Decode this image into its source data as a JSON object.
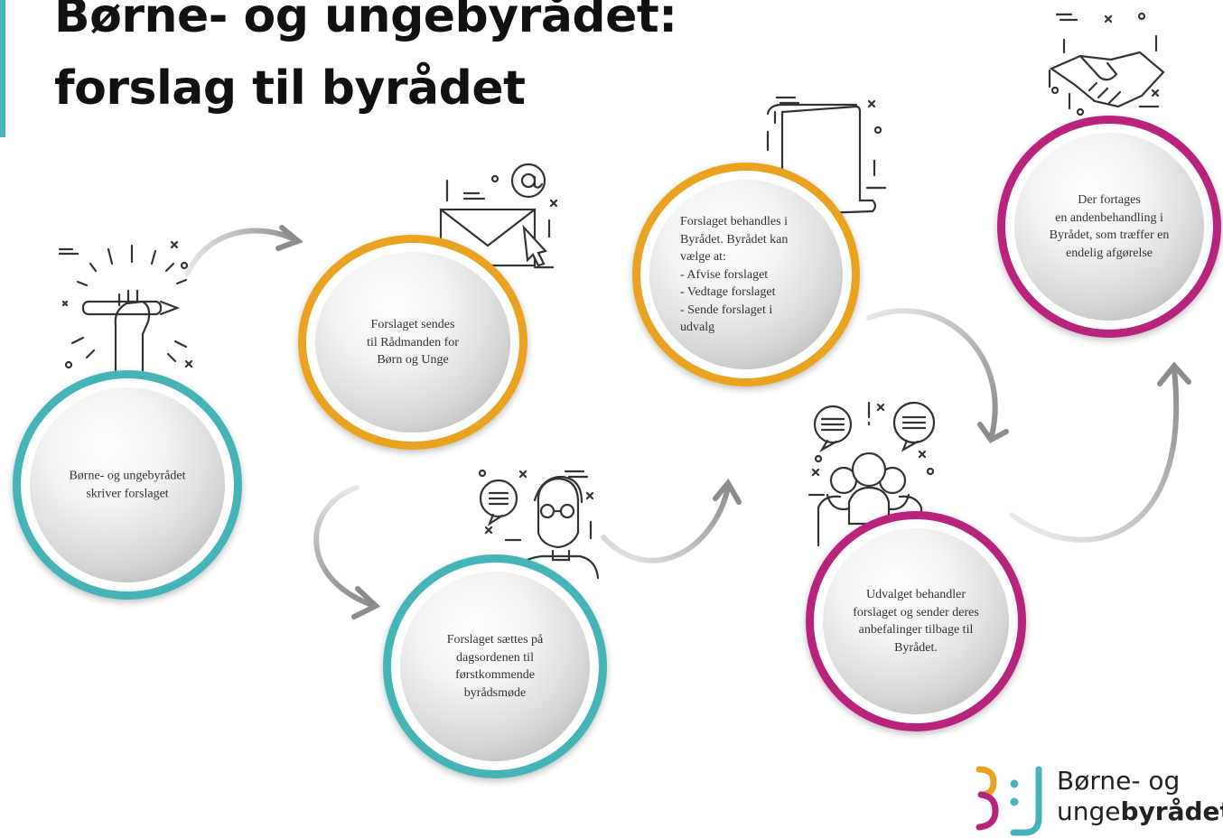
{
  "title": {
    "line1": "Børne- og ungebyrådet:",
    "line2": "forslag til byrådet"
  },
  "steps": [
    {
      "text": "Børne- og ungebyrådet\nskriver forslaget",
      "ring_color": "#45b4b8",
      "icon": "hand-holding-pen-icon"
    },
    {
      "text": "Forslaget sendes\ntil Rådmanden for\nBørn og Unge",
      "ring_color": "#eaa221",
      "icon": "email-envelope-icon"
    },
    {
      "text": "Forslaget sættes på\ndagsordenen til\nførstkommende\nbyrådsmøde",
      "ring_color": "#45b4b8",
      "icon": "person-speaking-icon"
    },
    {
      "text": "Forslaget behandles i\nByrådet. Byrådet kan\nvælge at:\n- Afvise forslaget\n- Vedtage forslaget\n- Sende forslaget i\nudvalg",
      "ring_color": "#eaa221",
      "icon": "document-scroll-icon"
    },
    {
      "text": "Udvalget behandler\nforslaget og sender deres\nanbefalinger tilbage til\nByrådet.",
      "ring_color": "#b8237e",
      "icon": "committee-group-icon"
    },
    {
      "text": "Der fortages\nen andenbehandling i\nByrådet, som træffer en\nendelig afgørelse",
      "ring_color": "#b8237e",
      "icon": "handshake-icon"
    }
  ],
  "logo": {
    "line1": "Børne- og",
    "line2_regular": "unge",
    "line2_bold": "byrådet"
  },
  "colors": {
    "teal": "#45b4b8",
    "orange": "#eaa221",
    "magenta": "#b8237e",
    "arrow_gray": "#9a9a9a"
  }
}
